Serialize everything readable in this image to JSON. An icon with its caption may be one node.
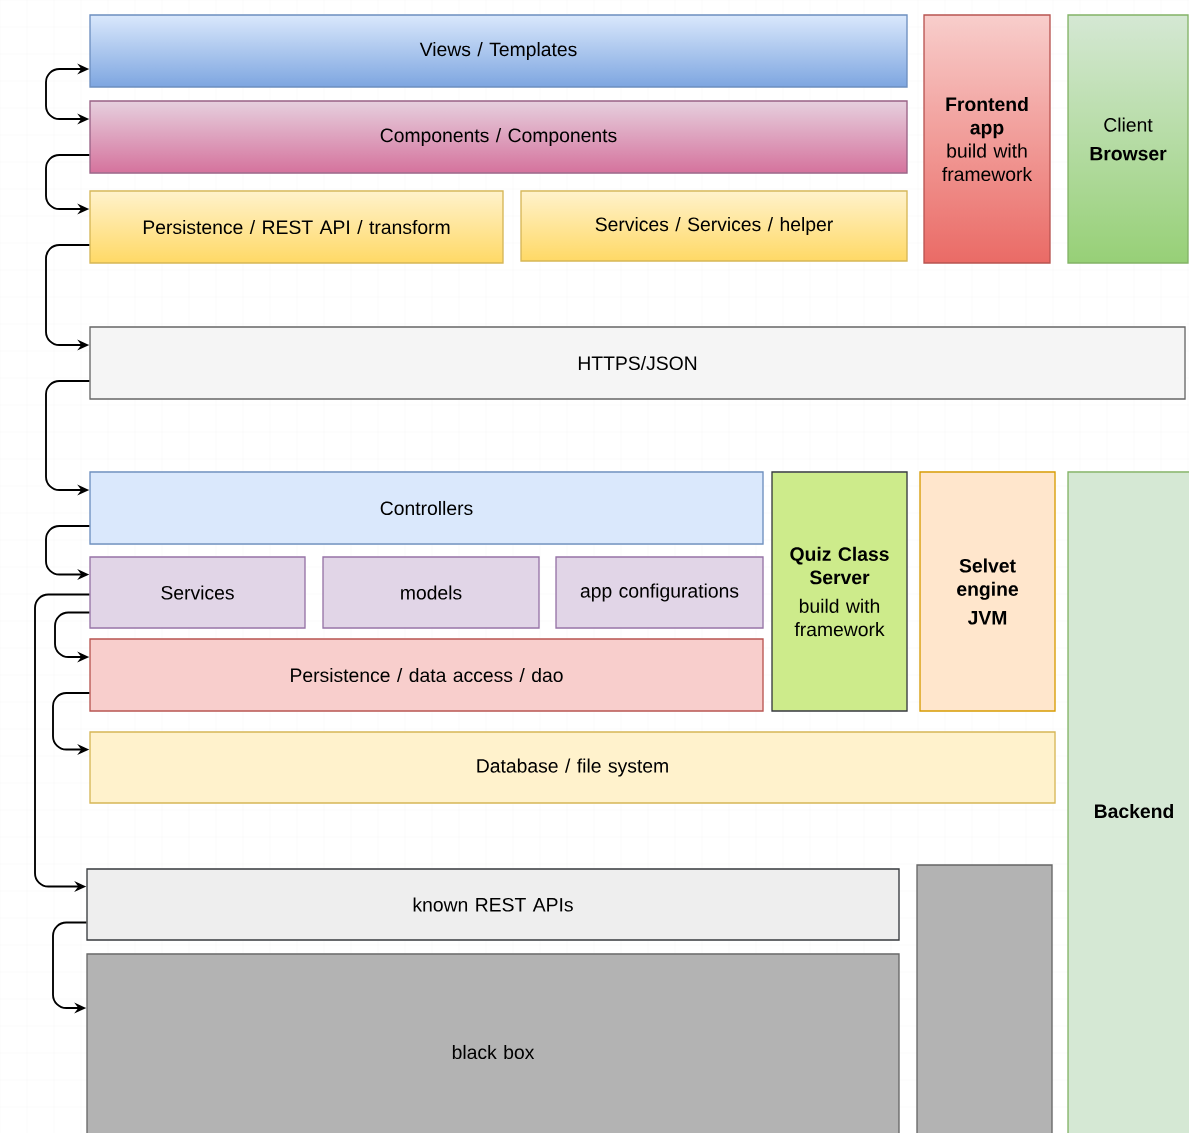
{
  "diagram": {
    "nodes": [
      {
        "text": [
          "Views / Templates"
        ]
      },
      {
        "text": [
          "Components / Components"
        ]
      },
      {
        "text": [
          "Persistence / REST API / transform"
        ]
      },
      {
        "text": [
          "Services / Services / helper"
        ]
      },
      {
        "text": [
          "Frontend app",
          "build with framework"
        ]
      },
      {
        "text": [
          "Client",
          "Browser"
        ]
      },
      {
        "text": [
          "HTTPS/JSON"
        ]
      },
      {
        "text": [
          "Controllers"
        ]
      },
      {
        "text": [
          "Services"
        ]
      },
      {
        "text": [
          "models"
        ]
      },
      {
        "text": [
          "app configurations"
        ]
      },
      {
        "text": [
          "Persistence / data access / dao"
        ]
      },
      {
        "text": [
          "Quiz Class Server",
          "build with framework"
        ]
      },
      {
        "text": [
          "Selvet engine",
          "JVM"
        ]
      },
      {
        "text": [
          "Database / file system"
        ]
      },
      {
        "text": [
          "Backend"
        ]
      },
      {
        "text": [
          "known REST APIs"
        ]
      },
      {
        "text": [
          "black box"
        ]
      },
      {
        "text": [],
        "shape": "box"
      }
    ],
    "edges": [
      {
        "from": 0,
        "to": 1,
        "arrow": "both"
      },
      {
        "from": 1,
        "to": 2,
        "arrow": "to"
      },
      {
        "from": 2,
        "to": 6,
        "arrow": "to"
      },
      {
        "from": 6,
        "to": 7,
        "arrow": "to"
      },
      {
        "from": 7,
        "to": 8,
        "arrow": "to"
      },
      {
        "from": 8,
        "to": 16,
        "arrow": "to"
      },
      {
        "from": 8,
        "to": 11,
        "arrow": "to"
      },
      {
        "from": 11,
        "to": 14,
        "arrow": "to"
      },
      {
        "from": 16,
        "to": 17,
        "arrow": "to"
      }
    ]
  }
}
